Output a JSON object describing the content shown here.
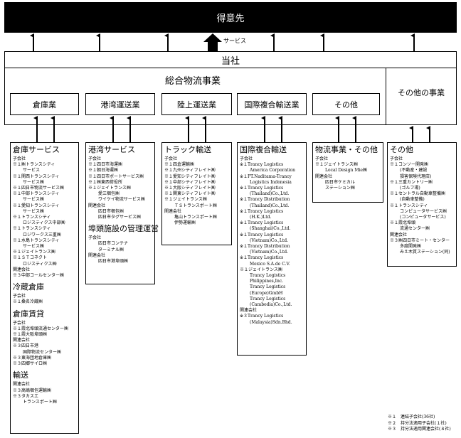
{
  "customer": "得意先",
  "service_label": "サービス",
  "company": "当社",
  "logistics": "総合物流事業",
  "other_business": "その他の事業",
  "segments": [
    "倉庫業",
    "港湾運送業",
    "陸上運送業",
    "国際複合輸送業",
    "その他"
  ],
  "col1": {
    "h1": "倉庫サービス",
    "l1": [
      "子会社",
      "※１㈱トランスシティ",
      "サービス",
      "※１関西トランスシティ",
      "サービス㈱",
      "※１四日市物流サービス㈱",
      "※１中部トランスシティ",
      "サービス㈱",
      "※１愛知トランスシティ",
      "サービス㈱",
      "※１トランスシティ",
      "ロジスティクス中部㈱",
      "※１トランスシティ",
      "ロジワークス三重㈱",
      "※１水島トランスシティ",
      "サービス㈱",
      "※１ジェイトランス㈱",
      "※１ＳＴコネクト",
      "ロジスティクス㈱",
      "関連会社",
      "※３中部コールセンター㈱"
    ],
    "h2": "冷蔵倉庫",
    "l2": [
      "子会社",
      "※１桑名冷蔵㈱"
    ],
    "h3": "倉庫賃貸",
    "l3": [
      "子会社",
      "※１霞北埠頭流通センター㈱",
      "※１霞大阪埠頭㈱",
      "関連会社",
      "※３四日市港",
      "国際物流センター㈱",
      "※３東海団地倉庫㈱",
      "※３四郷サイロ㈱"
    ],
    "h4": "輸送",
    "l4": [
      "関連会社",
      "※３高嶋梱包運輸㈱",
      "※３タカスエ",
      "トランスポート㈱"
    ]
  },
  "col2": {
    "h1": "港湾サービス",
    "l1": [
      "子会社",
      "※１四日市海運㈱",
      "※１朝日海運㈱",
      "※１四日市ポートサービス㈱",
      "※１㈱東西荷役所",
      "※１ジェイトランス㈱",
      "愛三梱包㈱",
      "ワイケイ物流サービス㈱",
      "関連会社",
      "四日市梱包㈱",
      "四日市タグサービス㈱"
    ],
    "h2": "埠頭施設の管理運営",
    "l2": [
      "子会社",
      "四日市コンテナ",
      "ターミナル㈱",
      "関連会社",
      "四日市港埠頭㈱"
    ]
  },
  "col3": {
    "h1": "トラック輸送",
    "l1": [
      "子会社",
      "※１四倉運輸㈱",
      "※１九州シティフレイト㈱",
      "※１愛知シティフレイト㈱",
      "※１中部シティフレイト㈱",
      "※１大阪シティフレイト㈱",
      "※１関東シティフレイト㈱",
      "※１ジェイトランス㈱",
      "ＴＳトランスポート㈱",
      "関連会社",
      "亀山トランスポート㈱",
      "伊勢運輸㈱"
    ]
  },
  "col4": {
    "h1": "国際複合輸送",
    "l1": [
      "子会社",
      "※１Trancy Logistics",
      "America Corporation",
      "※１PT.Naditama-Trancy",
      "Logistics Indonesia",
      "※１Trancy Logistics",
      "(Thailand)Co.,Ltd.",
      "※１Trancy Distribution",
      "(Thailand)Co.,Ltd.",
      "※１Trancy Logistics",
      "(H.K.)Ltd.",
      "※１Trancy Logistics",
      "(Shanghai)Co.,Ltd.",
      "※１Trancy Logistics",
      "(Vietnam)Co.,Ltd.",
      "※１Trancy Distribution",
      "(Vietnam)Co.,Ltd.",
      "※１Trancy Logistics",
      "Mexico S.A.de C.V.",
      "※１ジェイトランス㈱",
      "Trancy Logistics",
      "Philippines,Inc.",
      "Trancy Logistics",
      "(Europe)GmbH",
      "Trancy Logistics",
      "(Cambodia)Co.,Ltd.",
      "関連会社",
      "※３Trancy Logistics",
      "(Malaysia)Sdn.Bhd."
    ]
  },
  "col5": {
    "h1": "物流事業・その他",
    "l1": [
      "子会社",
      "※１ジェイトランス㈱",
      "Local Design Mie㈱",
      "関連会社",
      "四日市ケミカル",
      "ステーション㈱"
    ]
  },
  "col6": {
    "h1": "その他",
    "l1": [
      "子会社",
      "※１コンソー開発㈱",
      "(不動産・建設",
      "損害保険代理店)",
      "※１三重カントリー㈱",
      "(ゴルフ場)",
      "※１セントラル自動車整備㈱",
      "(自動車整備)",
      "※１トランスシティ",
      "コンピュータサービス㈱",
      "(コンピュータサービス)",
      "※１霞北埠頭",
      "流通センター㈱",
      "関連会社",
      "※３㈱四日市ミート・センター",
      "多度開発㈱",
      "みえ木質ステーション(同)"
    ]
  },
  "notes": [
    "※１　連結子会社(36社)",
    "※２　持分法適用子会社(１社)",
    "※３　持分法適用関連会社(８社)"
  ]
}
